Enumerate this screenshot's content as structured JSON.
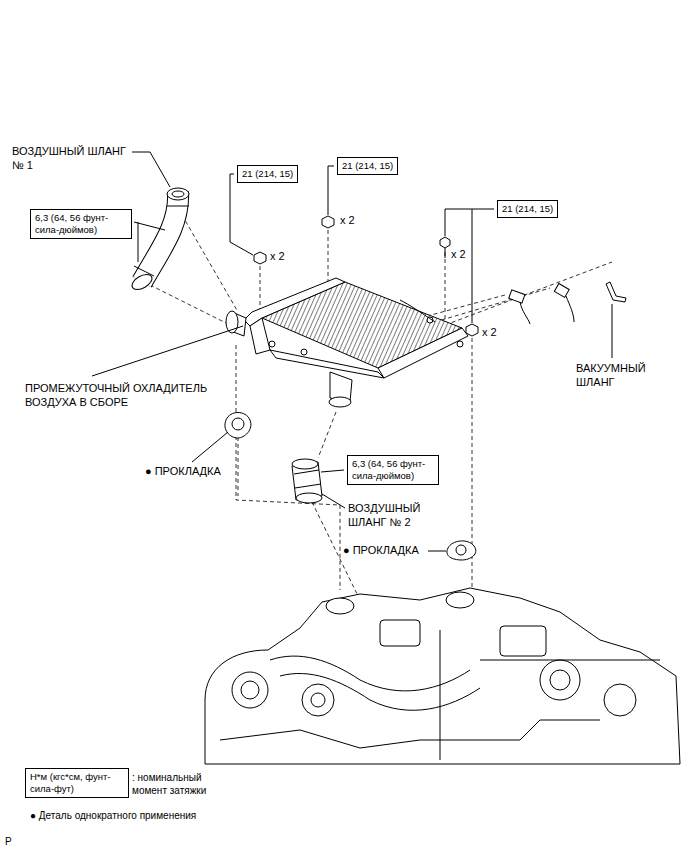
{
  "diagram": {
    "nodes": [
      {
        "text": [
          "21 (214, 15)"
        ]
      },
      {
        "text": [
          "21 (214, 15)"
        ]
      },
      {
        "text": [
          "21 (214, 15)"
        ]
      },
      {
        "text": [
          "6,3 (64, 56 фунт-сила-дюймов)"
        ]
      },
      {
        "text": [
          "6,3 (64, 56 фунт-сила-дюймов)"
        ]
      },
      {
        "text": [
          "Н*м (кгс*см, фунт-сила-фут)"
        ]
      }
    ],
    "labels": [
      "ВОЗДУШНЫЙ ШЛАНГ № 1",
      "x 2",
      "x 2",
      "x 2",
      "x 2",
      "ВАКУУМНЫЙ ШЛАНГ",
      "ПРОМЕЖУТОЧНЫЙ ОХЛАДИТЕЛЬ ВОЗДУХА В СБОРЕ",
      "● ПРОКЛАДКА",
      "ВОЗДУШНЫЙ ШЛАНГ № 2",
      "● ПРОКЛАДКА",
      ": номинальный момент затяжки",
      "● Деталь однократного применения",
      "P"
    ]
  }
}
